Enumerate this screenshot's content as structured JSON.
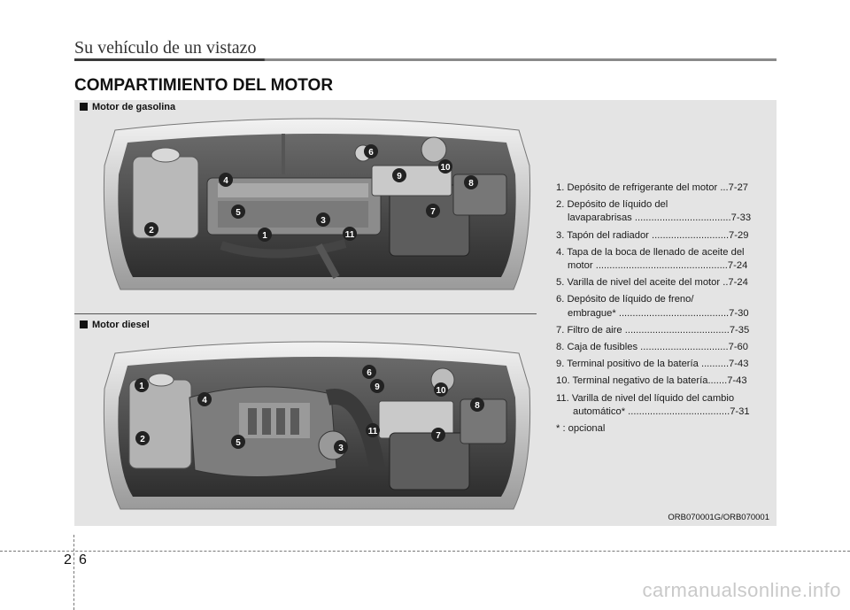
{
  "header": {
    "title": "Su vehículo de un vistazo"
  },
  "section_title": "COMPARTIMIENTO DEL MOTOR",
  "gasoline": {
    "label": "Motor de gasolina"
  },
  "diesel": {
    "label": "Motor diesel"
  },
  "legend": [
    {
      "l1": "1. Depósito de refrigerante del motor ...7-27"
    },
    {
      "l1": "2. Depósito de líquido del",
      "l2": "lavaparabrisas ...................................7-33"
    },
    {
      "l1": "3. Tapón del radiador ............................7-29"
    },
    {
      "l1": "4. Tapa de la boca de llenado de aceite del",
      "l2": "motor ................................................7-24"
    },
    {
      "l1": "5. Varilla de nivel del aceite del motor ..7-24"
    },
    {
      "l1": "6. Depósito de líquido de freno/",
      "l2": "embrague* ........................................7-30"
    },
    {
      "l1": "7. Filtro de aire ......................................7-35"
    },
    {
      "l1": "8. Caja de fusibles ................................7-60"
    },
    {
      "l1": "9. Terminal positivo de la batería ..........7-43"
    },
    {
      "l1": "10. Terminal negativo de la batería.......7-43"
    },
    {
      "l1": "11. Varilla de nivel del líquido del cambio",
      "l2b": "automático* .....................................7-31"
    },
    {
      "l1": "* : opcional"
    }
  ],
  "image_code": "ORB070001G/ORB070001",
  "page": {
    "chapter": "2",
    "number": "6"
  },
  "watermark": "carmanualsonline.info",
  "callouts_gasoline": [
    "1",
    "2",
    "3",
    "4",
    "5",
    "6",
    "7",
    "8",
    "9",
    "10",
    "11"
  ],
  "callouts_diesel": [
    "1",
    "2",
    "3",
    "4",
    "5",
    "6",
    "7",
    "8",
    "9",
    "10",
    "11"
  ]
}
